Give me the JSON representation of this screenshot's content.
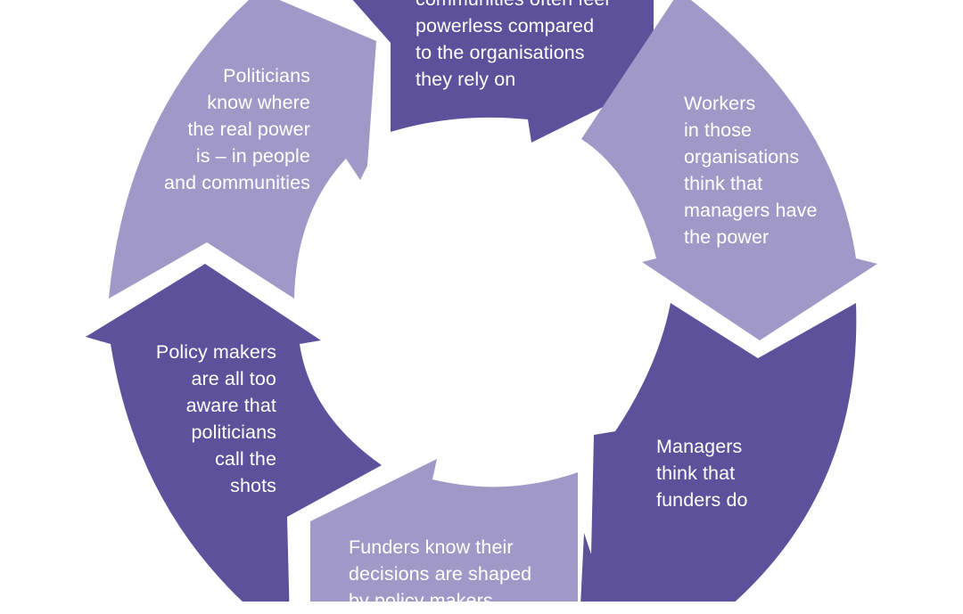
{
  "colors": {
    "dark": "#5d519b",
    "light": "#a099c8",
    "text": "#ffffff",
    "background": "#ffffff"
  },
  "segments": [
    {
      "id": "communities",
      "shade": "dark",
      "text": "communities often feel\npowerless compared\nto the organisations\nthey rely on"
    },
    {
      "id": "workers",
      "shade": "light",
      "text": "Workers\nin those\norganisations\nthink that\nmanagers have\nthe power"
    },
    {
      "id": "managers",
      "shade": "dark",
      "text": "Managers\nthink that\nfunders do"
    },
    {
      "id": "funders",
      "shade": "light",
      "text": "Funders know their\ndecisions are shaped\nby policy makers"
    },
    {
      "id": "policy",
      "shade": "dark",
      "text": "Policy makers\nare all too\naware that\npoliticians\ncall the\nshots"
    },
    {
      "id": "politicians",
      "shade": "light",
      "text": "Politicians\nknow where\nthe real power\nis – in people\nand communities"
    }
  ]
}
